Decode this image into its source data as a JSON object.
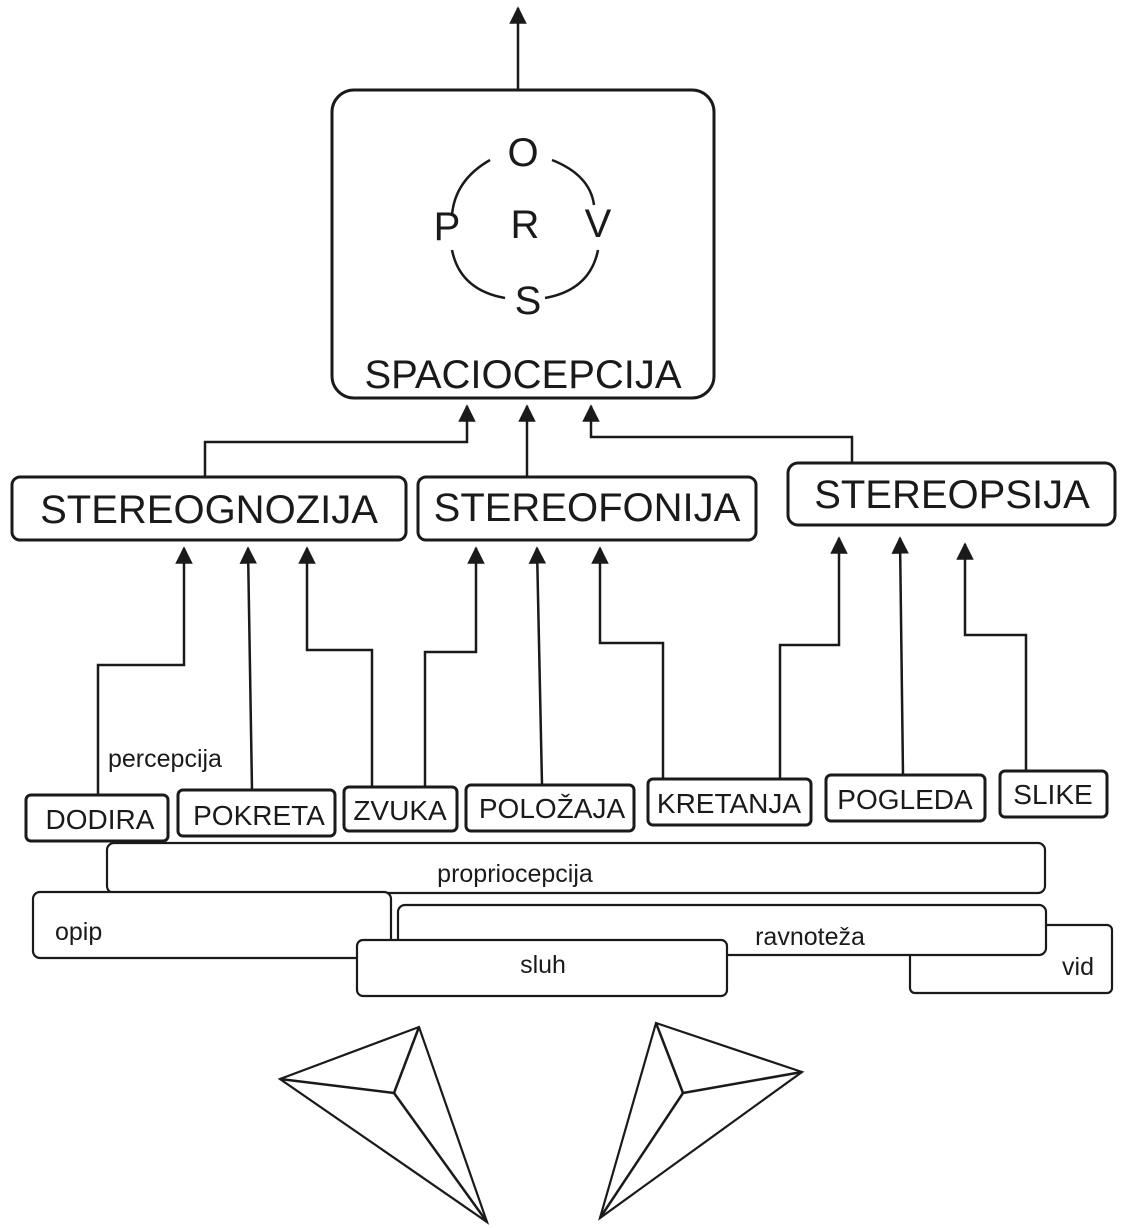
{
  "top": {
    "title": "SPACIOCEPCIJA",
    "cycle": {
      "top": "O",
      "left": "P",
      "center": "R",
      "right": "V",
      "bottom": "S"
    }
  },
  "mid_boxes": [
    "STEREOGNOZIJA",
    "STEREOFONIJA",
    "STEREOPSIJA"
  ],
  "percepcija_label": "percepcija",
  "perception_boxes": [
    "DODIRA",
    "POKRETA",
    "ZVUKA",
    "POLOŽAJA",
    "KRETANJA",
    "POGLEDA",
    "SLIKE"
  ],
  "senses": {
    "proprioception": "propriocepcija",
    "touch": "opip",
    "balance": "ravnoteža",
    "hearing": "sluh",
    "vision": "vid"
  }
}
